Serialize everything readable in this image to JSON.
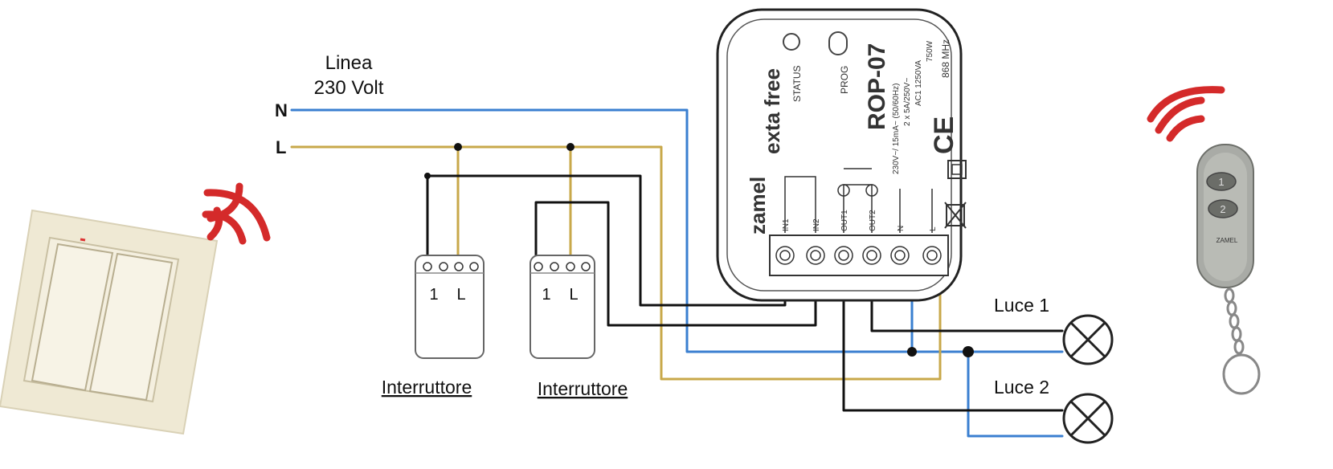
{
  "supply": {
    "title_line1": "Linea",
    "title_line2": "230 Volt",
    "neutral": "N",
    "live": "L"
  },
  "switches": [
    {
      "caption": "Interruttore",
      "terminal_1": "1",
      "terminal_l": "L"
    },
    {
      "caption": "Interruttore",
      "terminal_1": "1",
      "terminal_l": "L"
    }
  ],
  "module": {
    "brand": "exta free",
    "maker": "zamel",
    "model": "ROP-07",
    "status": "STATUS",
    "prog": "PROG",
    "spec1": "230V~/ 15mA~ (50/60Hz)",
    "spec2": "2 x 5A/250V~",
    "spec3": "AC1 1250VA",
    "spec4": "750W",
    "spec5": "868 MHz",
    "ce": "CE",
    "terminals": [
      "IN1",
      "IN2",
      "OUT1",
      "OUT2",
      "N",
      "L"
    ]
  },
  "lamps": [
    {
      "label": "Luce 1"
    },
    {
      "label": "Luce 2"
    }
  ],
  "remote": {
    "button1": "1",
    "button2": "2",
    "logo": "ZAMEL"
  },
  "colors": {
    "neutral_wire": "#3a7fd0",
    "live_wire": "#c8a84a",
    "switched_wire": "#111111",
    "signal_waves": "#d42a2a"
  }
}
